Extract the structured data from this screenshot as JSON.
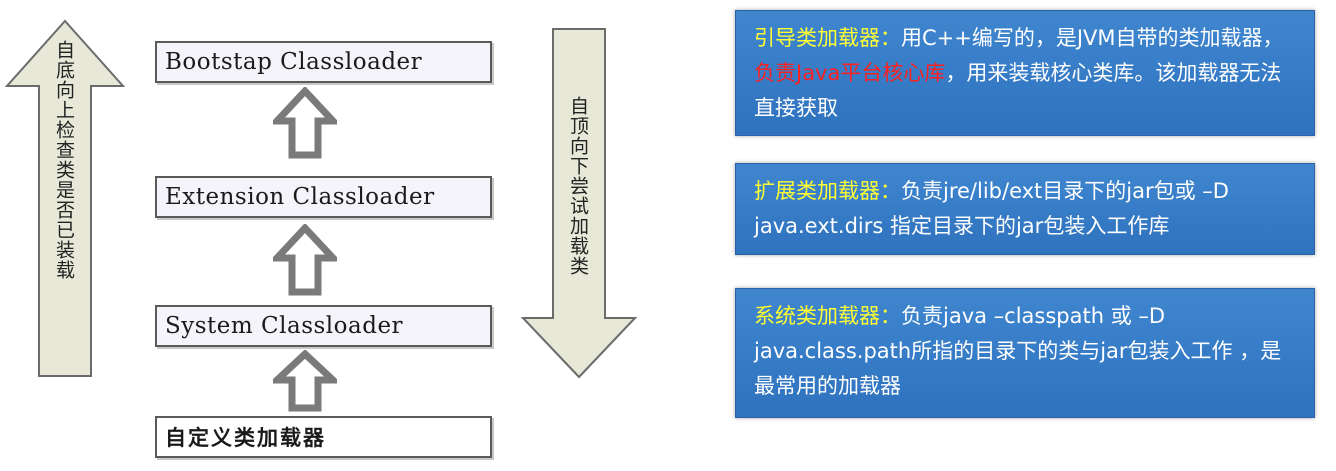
{
  "left_arrow_text": "自底向上检查类是否已装载",
  "right_arrow_text": "自顶向下尝试加载类",
  "loaders": [
    "Bootstap Classloader",
    "Extension Classloader",
    "System Classloader",
    "自定义类加载器"
  ],
  "info": {
    "bootstrap": {
      "key": "引导类加载器",
      "colon": "：",
      "text1": "用C++编写的，是JVM自带的类加载器，",
      "highlight": "负责Java平台核心库",
      "text2": "，用来装载核心类库。该加载器无法直接获取"
    },
    "extension": {
      "key": "扩展类加载器",
      "colon": "：",
      "text": "负责jre/lib/ext目录下的jar包或 –D java.ext.dirs 指定目录下的jar包装入工作库"
    },
    "system": {
      "key": "系统类加载器",
      "colon": "：",
      "text": "负责java –classpath 或 –D java.class.path所指的目录下的类与jar包装入工作 ，是最常用的加载器"
    }
  },
  "colors": {
    "panel_blue": "#3579c6",
    "keyword_yellow": "#ffff33",
    "highlight_red": "#ff2020",
    "arrow_fill": "#e7e8d8"
  }
}
